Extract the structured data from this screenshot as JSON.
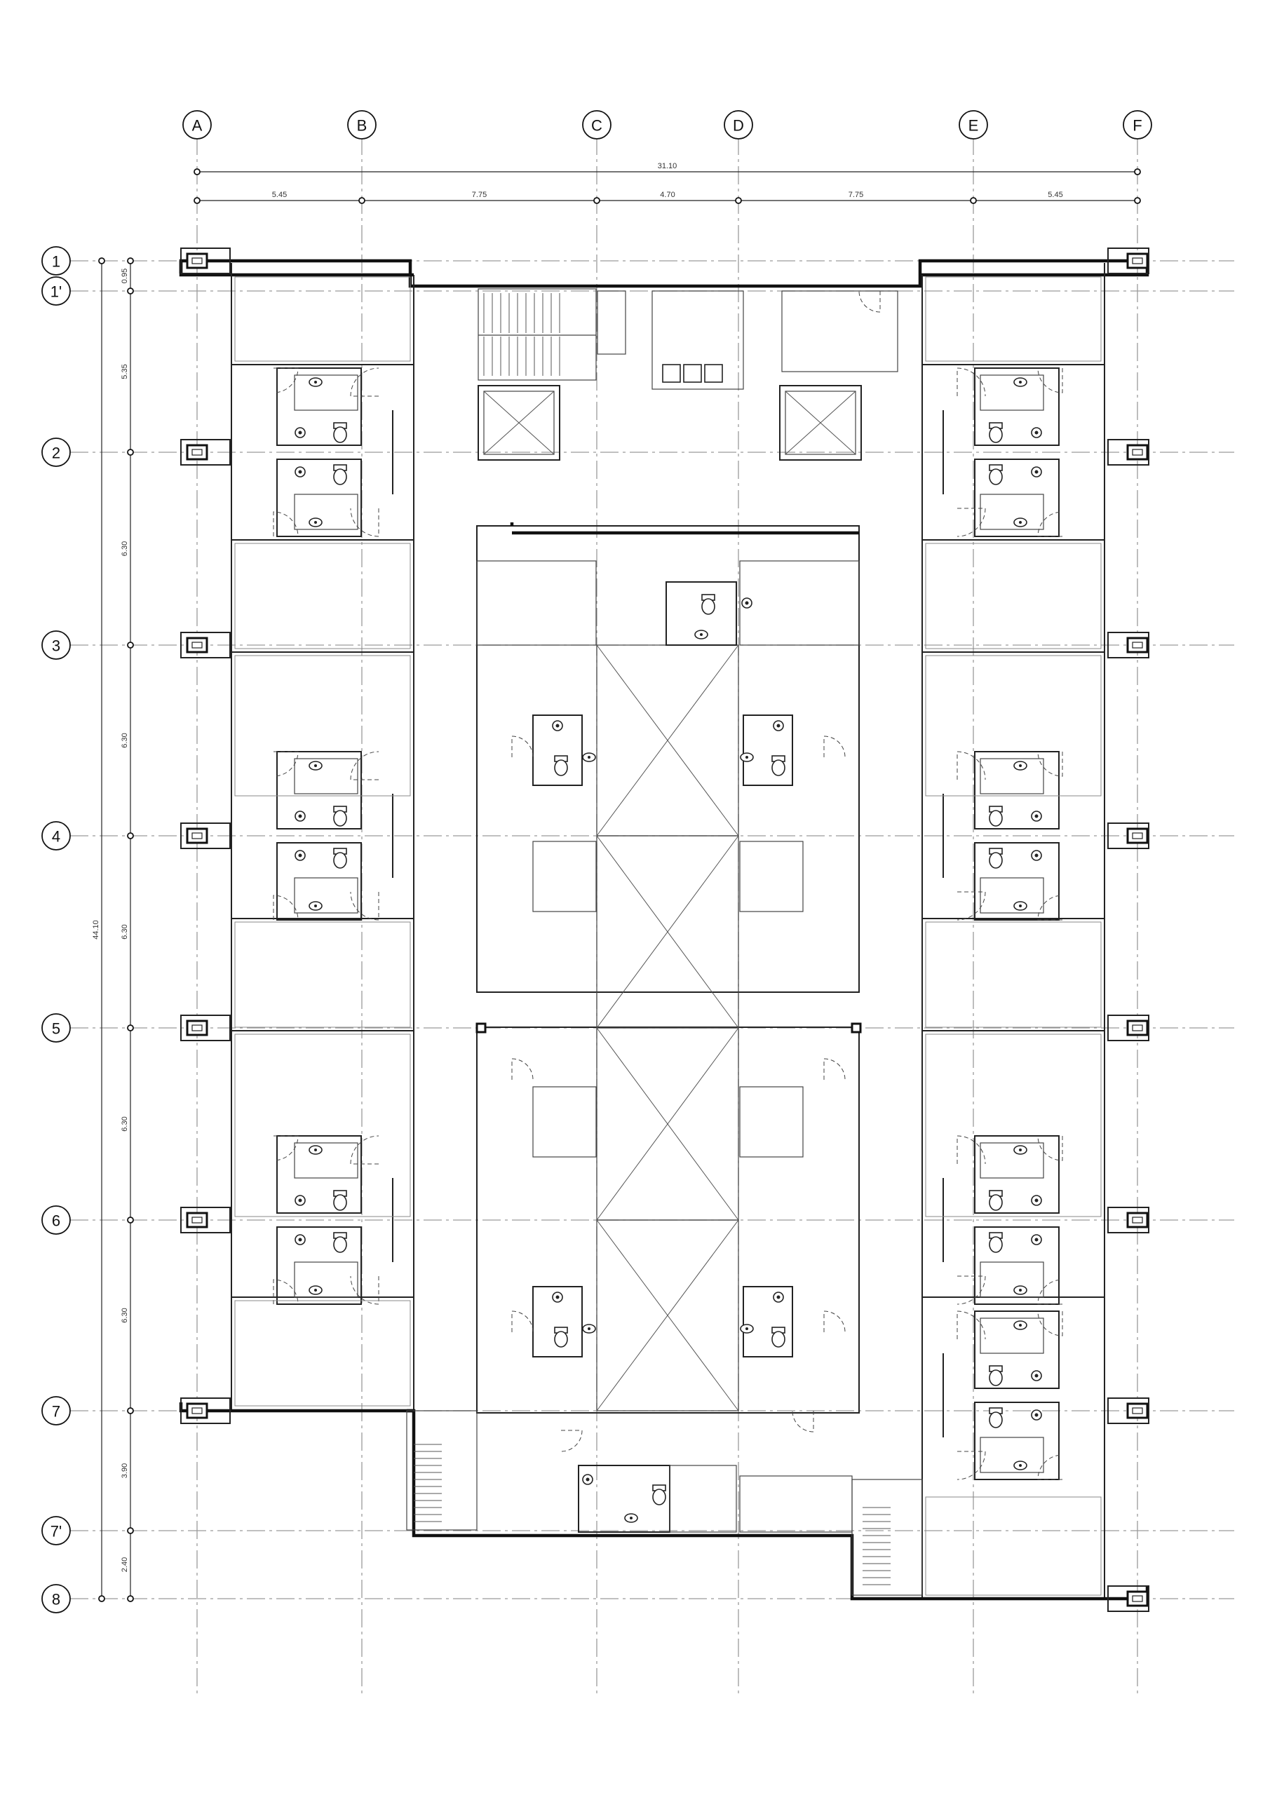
{
  "drawing": {
    "grid_columns": [
      "A",
      "B",
      "C",
      "D",
      "E",
      "F"
    ],
    "grid_rows": [
      "1",
      "1'",
      "2",
      "3",
      "4",
      "5",
      "6",
      "7",
      "7'",
      "8"
    ],
    "overall_width_dim": "31.10",
    "column_dims": [
      "5.45",
      "7.75",
      "4.70",
      "7.75",
      "5.45"
    ],
    "overall_height_dim": "44.10",
    "row_dims": [
      "0.95",
      "5.35",
      "6.30",
      "6.30",
      "6.30",
      "6.30",
      "6.30",
      "3.90",
      "2.40"
    ]
  }
}
